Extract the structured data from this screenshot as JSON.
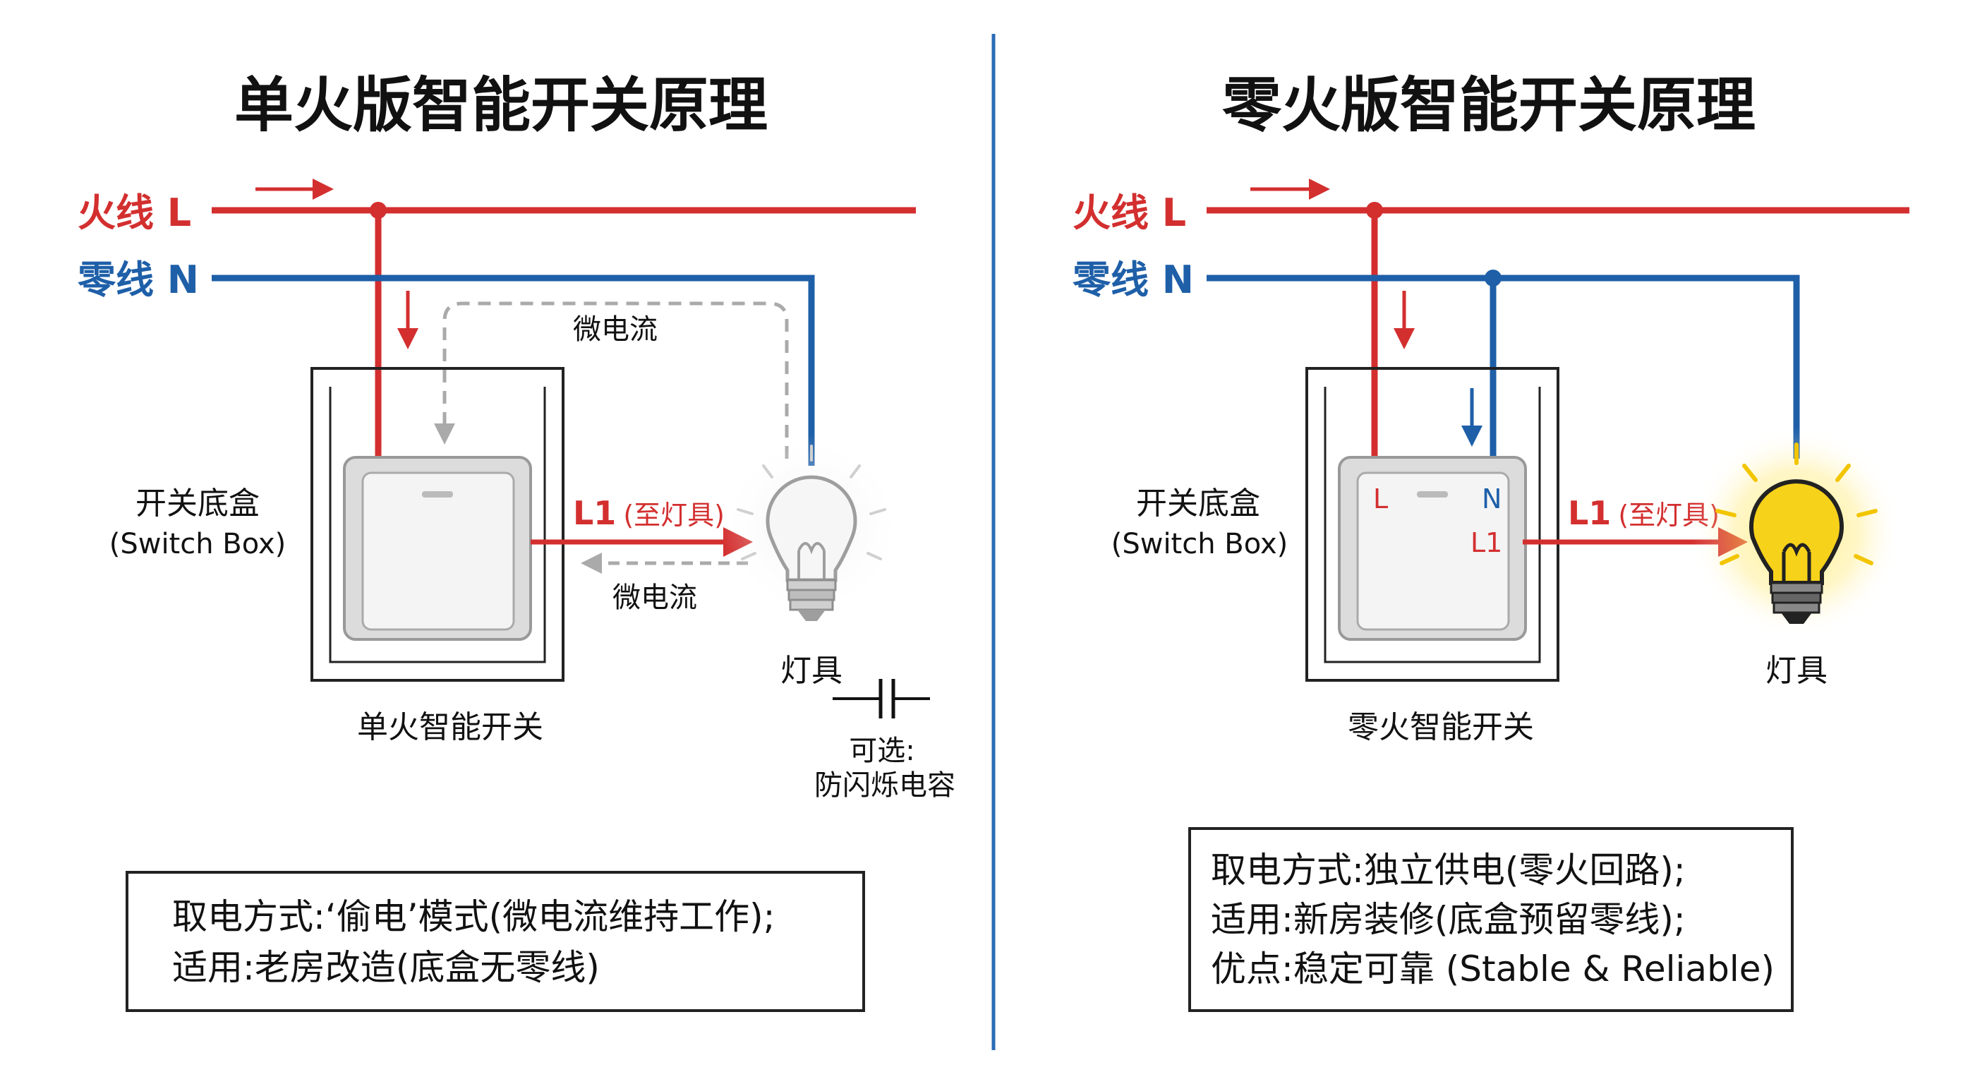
{
  "colors": {
    "live": "#d32f2f",
    "neutral": "#1e5fa8",
    "divider": "#2a6bb3",
    "micro_current": "#aaaaaa",
    "bulb_lit": "#f7d21a",
    "text": "#111111"
  },
  "left": {
    "title": "单火版智能开关原理",
    "live_label": "火线 L",
    "neutral_label": "零线 N",
    "micro_current_top": "微电流",
    "micro_current_bottom": "微电流",
    "switch_box_cn": "开关底盒",
    "switch_box_en": "(Switch Box)",
    "switch_name": "单火智能开关",
    "l1_label": "L1",
    "l1_sub": "(至灯具)",
    "lamp_label": "灯具",
    "capacitor_line1": "可选:",
    "capacitor_line2": "防闪烁电容",
    "lamp_icon": "bulb-off-icon",
    "notes": [
      "取电方式:‘偷电’模式(微电流维持工作);",
      "适用:老房改造(底盒无零线)"
    ]
  },
  "right": {
    "title": "零火版智能开关原理",
    "live_label": "火线 L",
    "neutral_label": "零线 N",
    "switch_box_cn": "开关底盒",
    "switch_box_en": "(Switch Box)",
    "switch_name": "零火智能开关",
    "terminal_l": "L",
    "terminal_n": "N",
    "terminal_l1": "L1",
    "l1_label": "L1",
    "l1_sub": "(至灯具)",
    "lamp_label": "灯具",
    "lamp_icon": "bulb-lit-icon",
    "notes": [
      "取电方式:独立供电(零火回路);",
      "适用:新房装修(底盒预留零线);",
      "优点:稳定可靠 (Stable & Reliable)"
    ]
  }
}
